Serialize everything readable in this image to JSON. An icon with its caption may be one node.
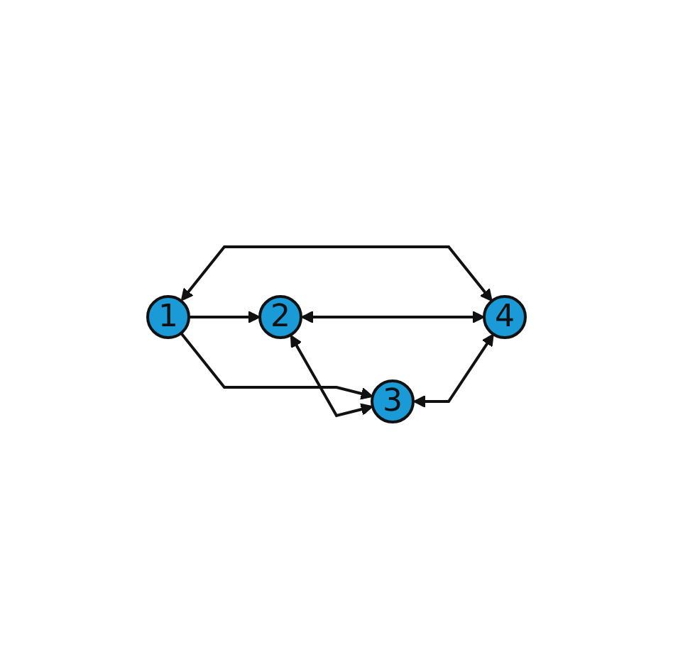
{
  "diagram": {
    "nodes": [
      {
        "text": [
          "2"
        ]
      },
      {
        "text": [
          "1"
        ]
      },
      {
        "text": [
          "3"
        ]
      },
      {
        "text": [
          "4"
        ]
      }
    ],
    "edges": [
      {
        "from": 1,
        "to": 0,
        "arrow": "to"
      },
      {
        "from": 1,
        "to": 2,
        "arrow": "to"
      },
      {
        "from": 1,
        "to": 3,
        "arrow": "both"
      },
      {
        "from": 0,
        "to": 2,
        "arrow": "both"
      },
      {
        "from": 0,
        "to": 3,
        "arrow": "both"
      },
      {
        "from": 2,
        "to": 3,
        "arrow": "both"
      }
    ]
  }
}
